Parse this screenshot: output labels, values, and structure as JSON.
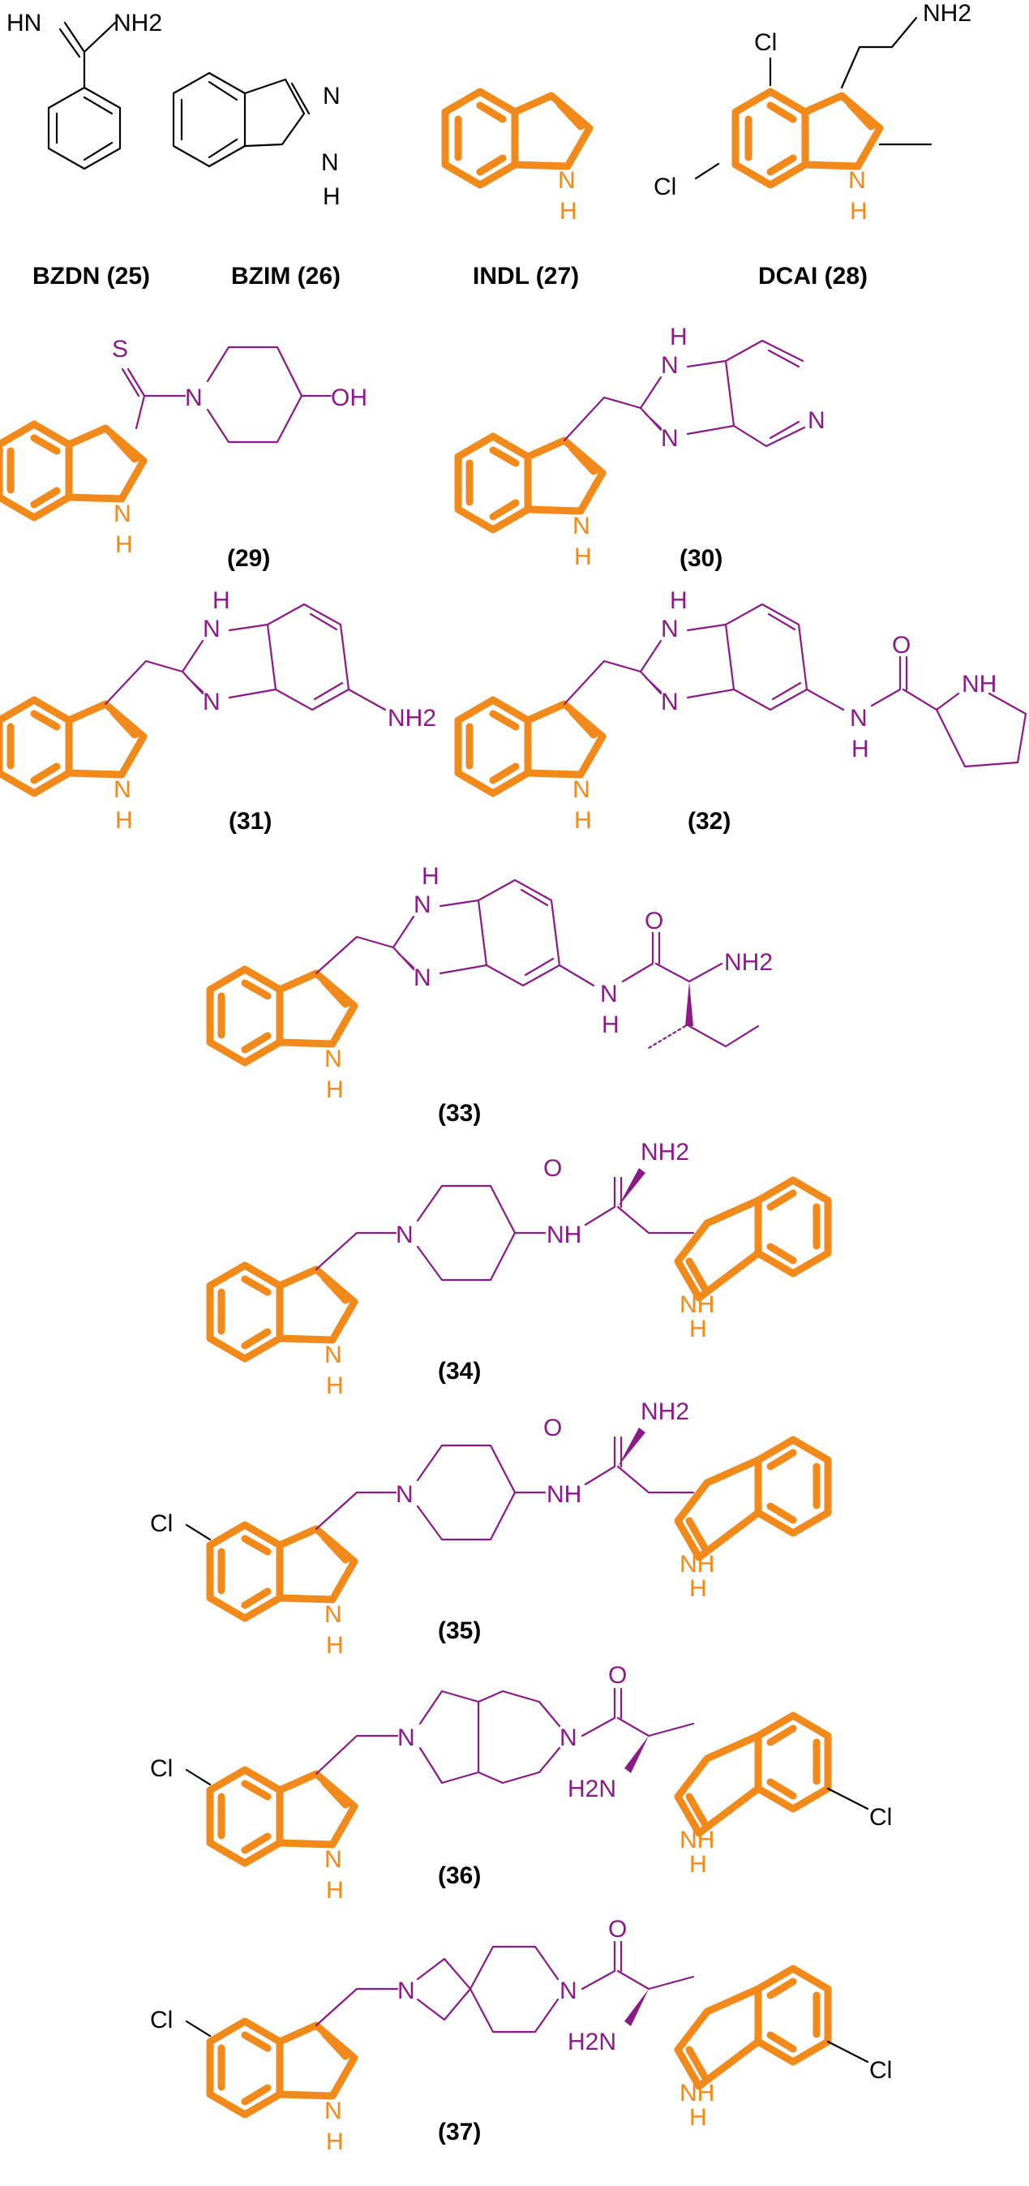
{
  "figure": {
    "captions": {
      "c25": "BZDN (25)",
      "c26": "BZIM (26)",
      "c27": "INDL (27)",
      "c28": "DCAI (28)",
      "c29": "(29)",
      "c30": "(30)",
      "c31": "(31)",
      "c32": "(32)",
      "c33": "(33)",
      "c34": "(34)",
      "c35": "(35)",
      "c36": "(36)",
      "c37": "(37)"
    },
    "atoms": {
      "HN": "HN",
      "NH2": "NH2",
      "H2N": "H2N",
      "N": "N",
      "H": "H",
      "NH": "NH",
      "Cl": "Cl",
      "S": "S",
      "O": "O",
      "OH": "OH"
    },
    "colors": {
      "indole_scaffold": "#f28a1b",
      "substituent": "#8a1a86",
      "reference": "#000000"
    }
  }
}
